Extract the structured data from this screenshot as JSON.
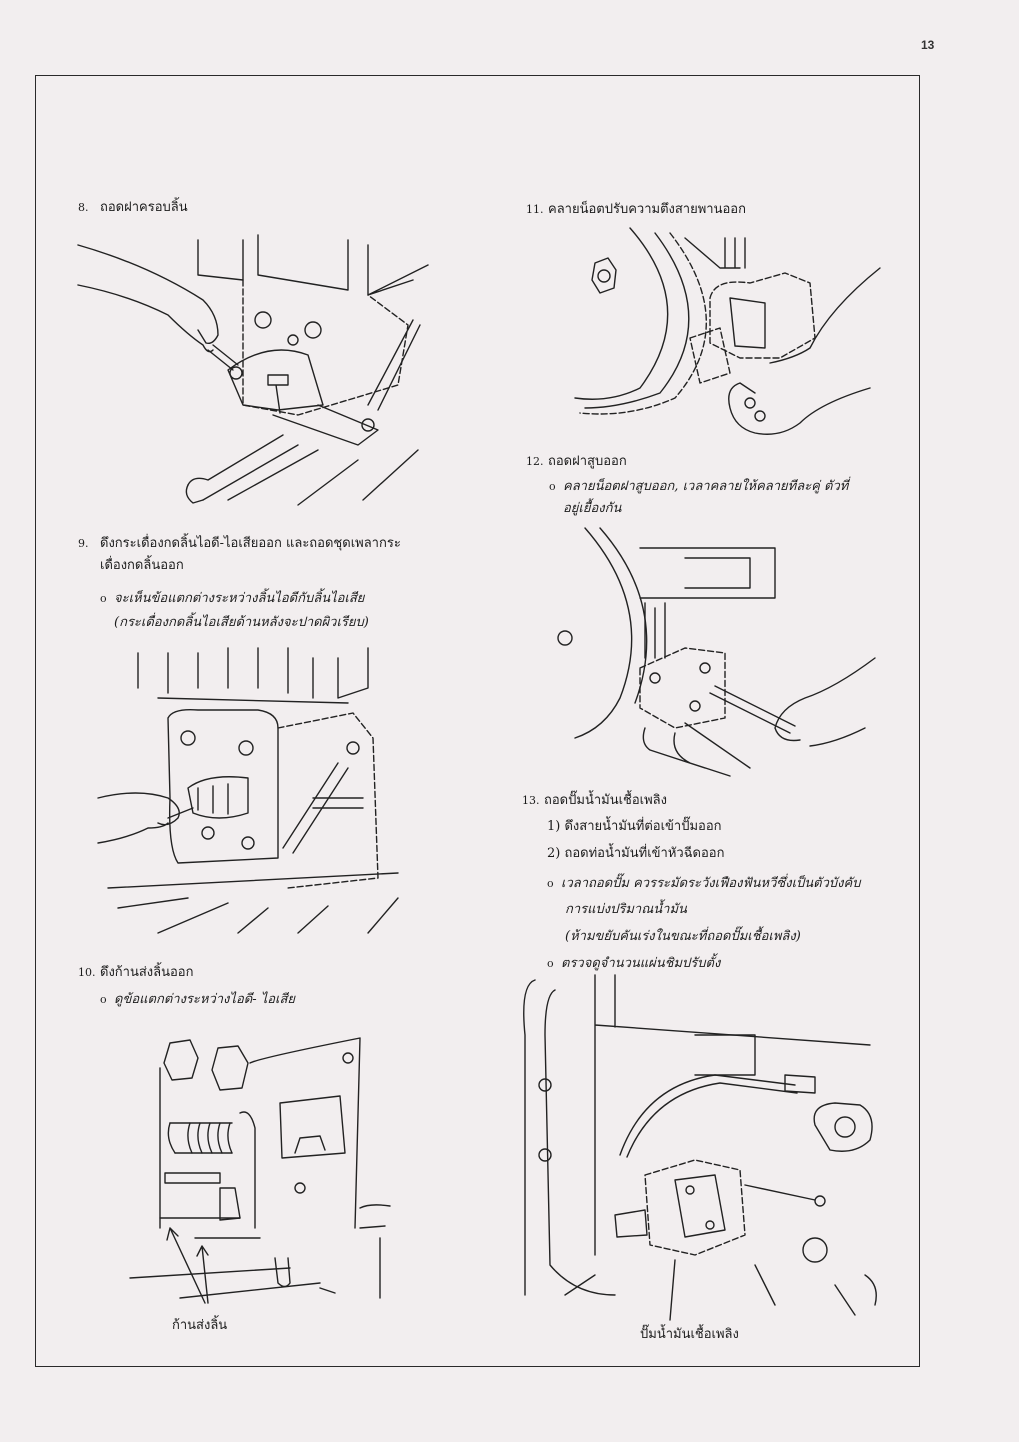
{
  "page_number": "13",
  "left_column": {
    "step8": {
      "number": "8.",
      "title": "ถอดฝาครอบลิ้น"
    },
    "step9": {
      "number": "9.",
      "title_line1": "ดึงกระเดื่องกดลิ้นไอดี-ไอเสียออก   และถอดชุดเพลากระ",
      "title_line2": "เดื่องกดลิ้นออก",
      "note_bullet": "o",
      "note_line1": "จะเห็นข้อแตกต่างระหว่างลิ้นไอดีกับลิ้นไอเสีย",
      "note_line2": "(กระเดื่องกดลิ้นไอเสียด้านหลังจะปาดผิวเรียบ)"
    },
    "step10": {
      "number": "10.",
      "title": "ดึงก้านส่งลิ้นออก",
      "note_bullet": "o",
      "note": "ดูข้อแตกต่างระหว่างไอดี- ไอเสีย",
      "caption": "ก้านส่งลิ้น"
    }
  },
  "right_column": {
    "step11": {
      "number": "11.",
      "title": "คลายน็อตปรับความตึงสายพานออก"
    },
    "step12": {
      "number": "12.",
      "title": "ถอดฝาสูบออก",
      "note_bullet": "o",
      "note_line1": "คลายน็อตฝาสูบออก,  เวลาคลายให้คลายทีละคู่  ตัวที่",
      "note_line2": "อยู่เยื้องกัน"
    },
    "step13": {
      "number": "13.",
      "title": "ถอดปั๊มน้ำมันเชื้อเพลิง",
      "items": [
        {
          "marker": "1)",
          "text": "ดึงสายน้ำมันที่ต่อเข้าปั๊มออก"
        },
        {
          "marker": "2)",
          "text": "ถอดท่อน้ำมันที่เข้าหัวฉีดออก"
        }
      ],
      "note1_bullet": "o",
      "note1_line1": "เวลาถอดปั๊ม    ควรระมัดระวังเฟืองฟันหวีซึ่งเป็นตัวบังคับ",
      "note1_line2": "การแบ่งปริมาณน้ำมัน",
      "note1_line3": "(ห้ามขยับคันเร่งในขณะที่ถอดปั๊มเชื้อเพลิง)",
      "note2_bullet": "o",
      "note2": "ตรวจดูจำนวนแผ่นชิมปรับตั้ง",
      "caption": "ปั๊มน้ำมันเชื้อเพลิง"
    }
  }
}
